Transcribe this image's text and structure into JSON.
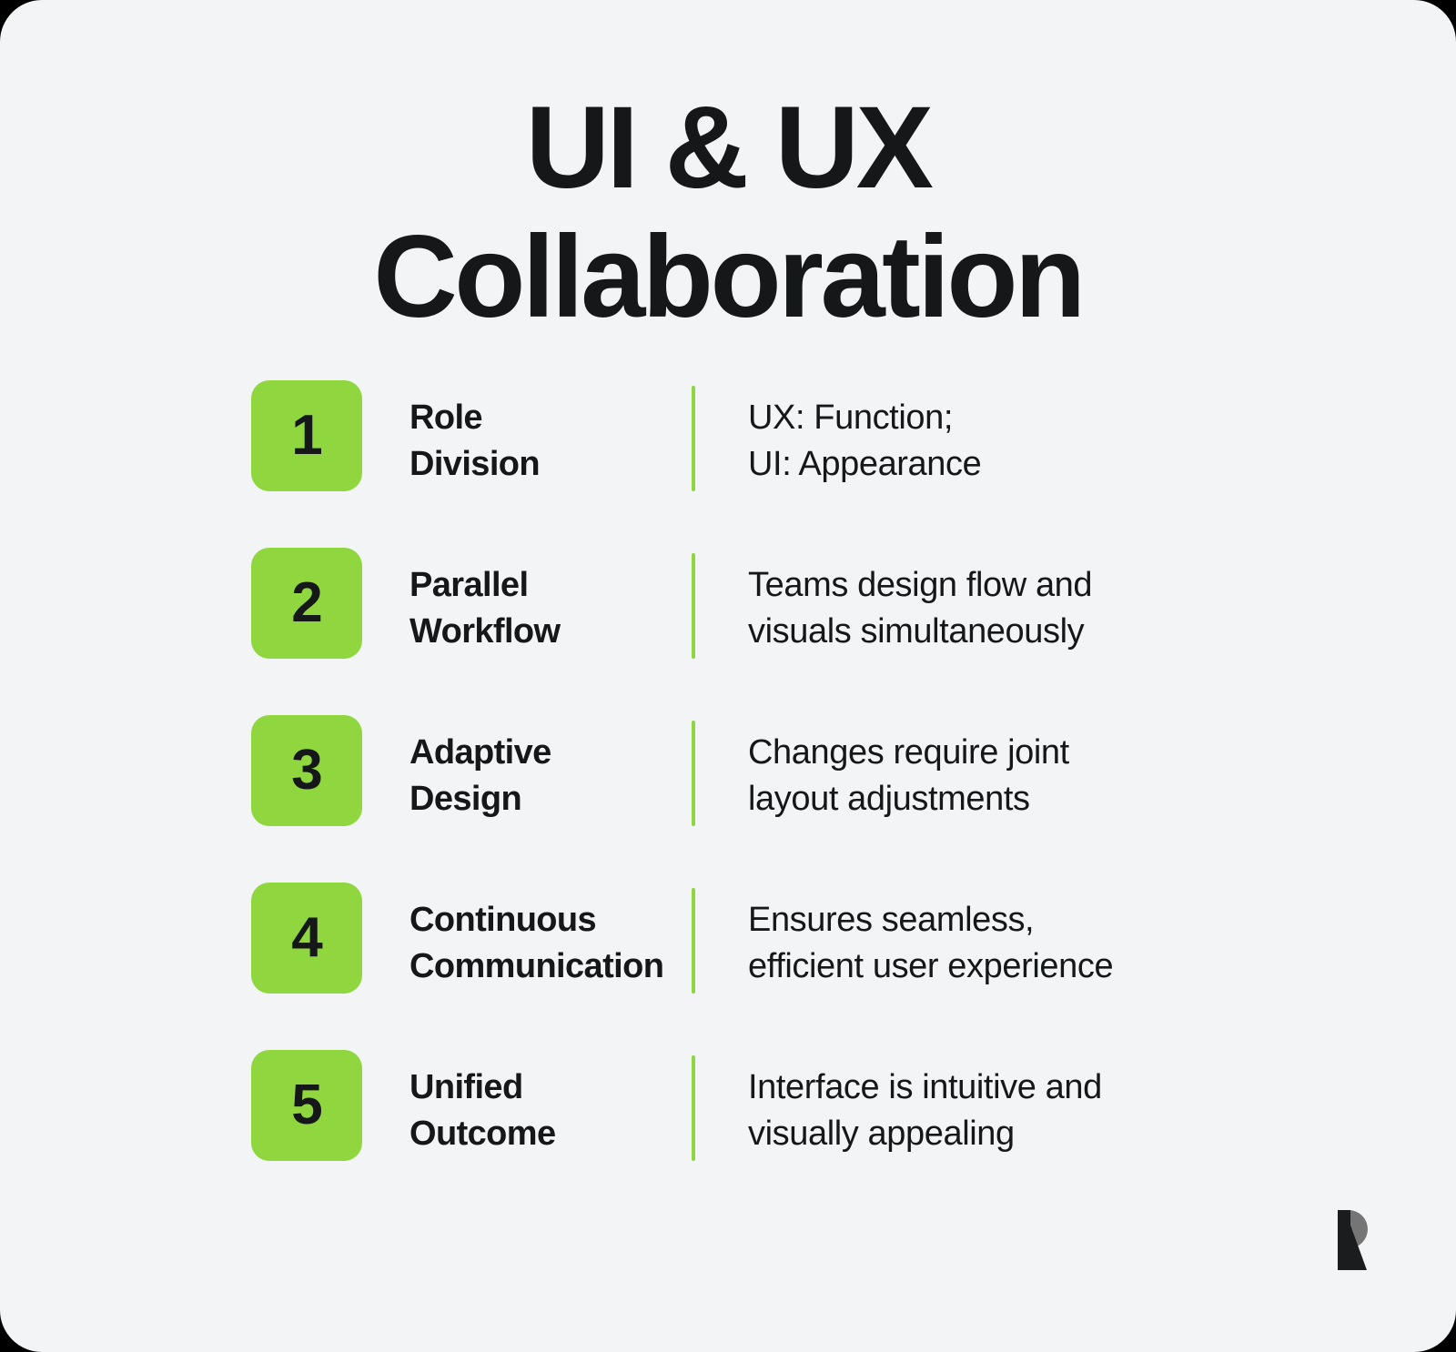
{
  "theme": {
    "page_background": "#000000",
    "card_background": "#F2F4F6",
    "accent_green": "#8FD63F",
    "text_dark": "#151718"
  },
  "header": {
    "title_line_1": "UI & UX",
    "title_line_2": "Collaboration"
  },
  "rows": [
    {
      "number": "1",
      "label_line_1": "Role",
      "label_line_2": "Division",
      "desc_line_1": "UX: Function;",
      "desc_line_2": "UI: Appearance"
    },
    {
      "number": "2",
      "label_line_1": "Parallel",
      "label_line_2": "Workflow",
      "desc_line_1": "Teams design flow and",
      "desc_line_2": "visuals simultaneously"
    },
    {
      "number": "3",
      "label_line_1": "Adaptive",
      "label_line_2": "Design",
      "desc_line_1": "Changes require joint",
      "desc_line_2": "layout adjustments"
    },
    {
      "number": "4",
      "label_line_1": "Continuous",
      "label_line_2": "Communication",
      "desc_line_1": "Ensures seamless,",
      "desc_line_2": "efficient user experience"
    },
    {
      "number": "5",
      "label_line_1": "Unified",
      "label_line_2": "Outcome",
      "desc_line_1": "Interface is intuitive and",
      "desc_line_2": "visually appealing"
    }
  ],
  "logo": {
    "name": "brand-logo-r",
    "dark_color": "#1A1C1D",
    "light_color": "#757575"
  }
}
